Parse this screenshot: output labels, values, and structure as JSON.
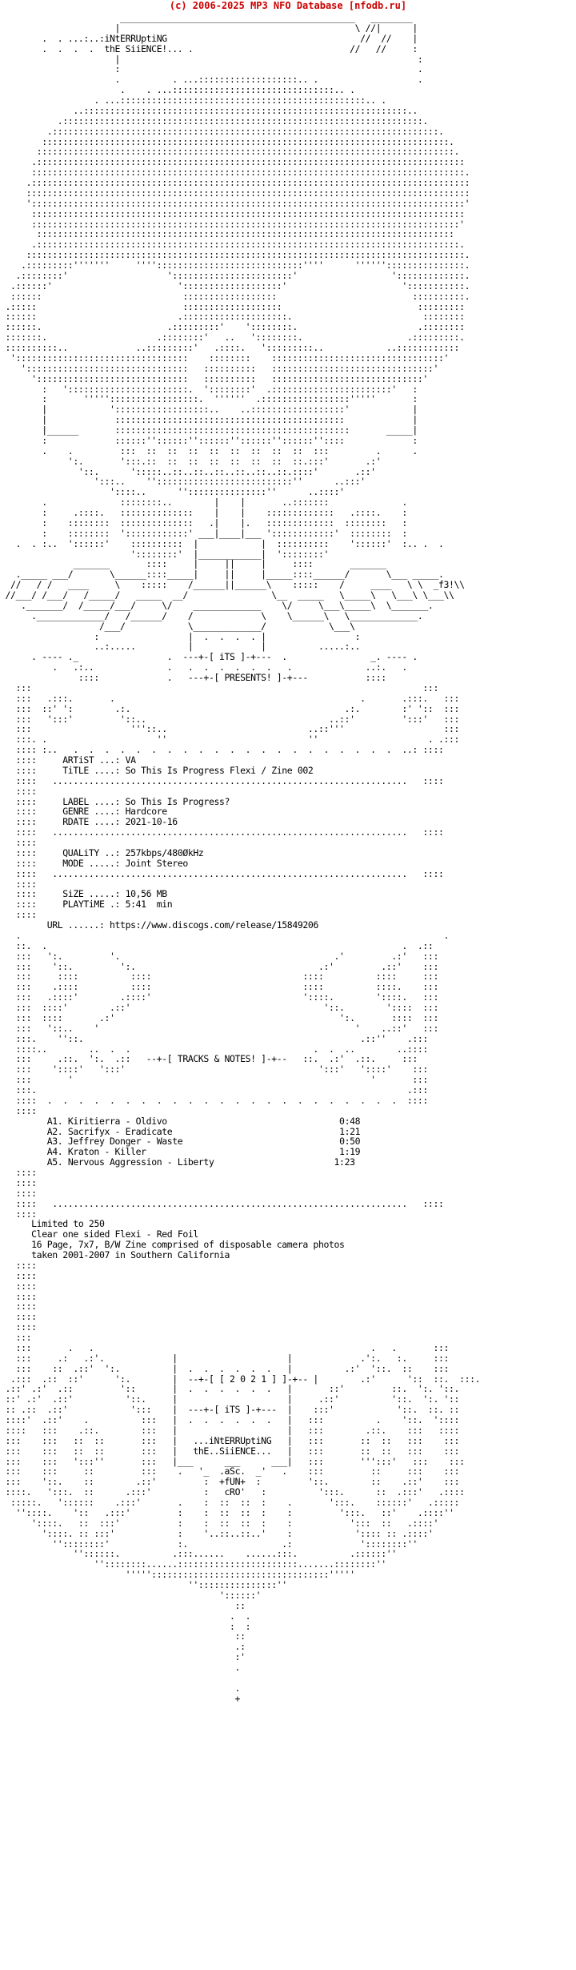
{
  "header": {
    "source": "(c) 2006-2025 MP3 NFO Database [nfodb.ru]",
    "color": "#cc0000"
  },
  "nfo": {
    "group_name_top": "iNtERRUptiNG",
    "group_name_top_2": "thE SiiENCE!",
    "presents": "[ PRESENTS! ]",
    "its": "[ iTS ]",
    "artist": "VA",
    "title": "So This Is Progress Flexi / Zine 002",
    "label": "So This Is Progress?",
    "genre": "Hardcore",
    "rdate": "2021-10-16",
    "quality": "257kbps/480ØkHz",
    "mode": "Joint Stereo",
    "size": "10,56 MB",
    "playtime": "5:41  min",
    "url": "https://www.discogs.com/release/15849206",
    "tracks_header": "[ TRACKS & NOTES! ]",
    "tracks": [
      {
        "title": "A1. Kiritierra - Oldivo",
        "time": "0:48"
      },
      {
        "title": "A2. Sacrifyx - Eradicate",
        "time": "1:21"
      },
      {
        "title": "A3. Jeffrey Donger - Waste",
        "time": "0:50"
      },
      {
        "title": "A4. Kraton - Killer",
        "time": "1:19"
      },
      {
        "title": "A5. Nervous Aggression - Liberty",
        "time": "1:23"
      }
    ],
    "notes": [
      "Limited to 250",
      "Clear one sided Flexi - Red Foil",
      "16 Page, 7x7, B/W Zine comprised of disposable camera photos",
      "taken 2001-2007 in Southern California"
    ],
    "year": "[ 2 0 2 1 ]",
    "group_name_bottom": "...iNtERRUptiNG",
    "group_name_bottom_2": "thE..SiiENCE...",
    "credits": [
      ".aSc.",
      "+fUN+",
      "cRO'"
    ],
    "sig": "_f3!"
  }
}
